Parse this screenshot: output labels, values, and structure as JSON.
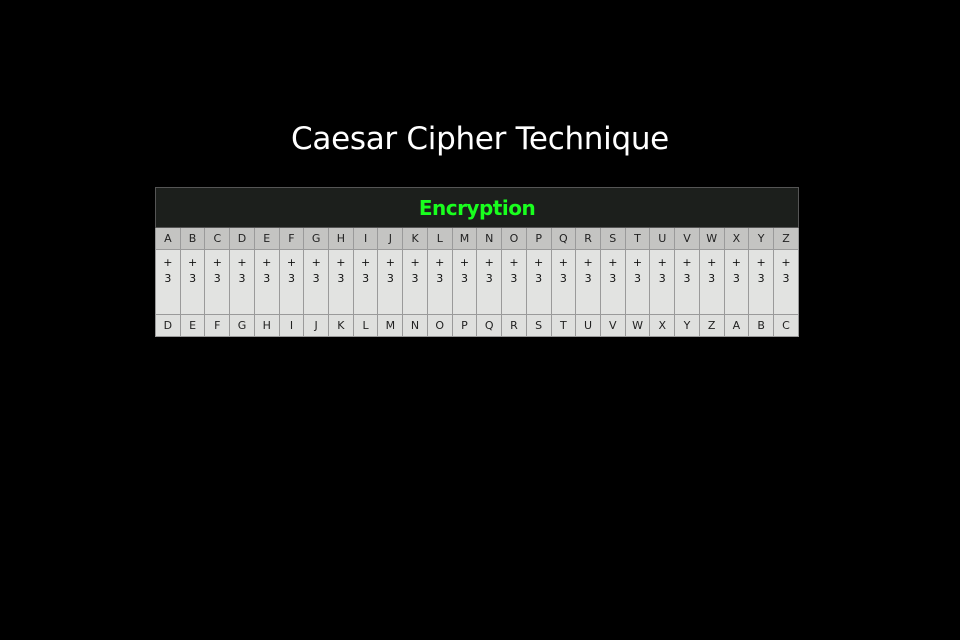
{
  "title": "Caesar Cipher Technique",
  "table": {
    "header": "Encryption",
    "plain": [
      "A",
      "B",
      "C",
      "D",
      "E",
      "F",
      "G",
      "H",
      "I",
      "J",
      "K",
      "L",
      "M",
      "N",
      "O",
      "P",
      "Q",
      "R",
      "S",
      "T",
      "U",
      "V",
      "W",
      "X",
      "Y",
      "Z"
    ],
    "shift_sign": "+",
    "shift_value": "3",
    "cipher": [
      "D",
      "E",
      "F",
      "G",
      "H",
      "I",
      "J",
      "K",
      "L",
      "M",
      "N",
      "O",
      "P",
      "Q",
      "R",
      "S",
      "T",
      "U",
      "V",
      "W",
      "X",
      "Y",
      "Z",
      "A",
      "B",
      "C"
    ]
  },
  "colors": {
    "background": "#000000",
    "title": "#ffffff",
    "header_background": "#1c1f1c",
    "header_text": "#19ff1e",
    "cell_plain": "#c4c4c2",
    "cell_shift": "#e2e3e1",
    "cell_cipher": "#dfe0de"
  }
}
